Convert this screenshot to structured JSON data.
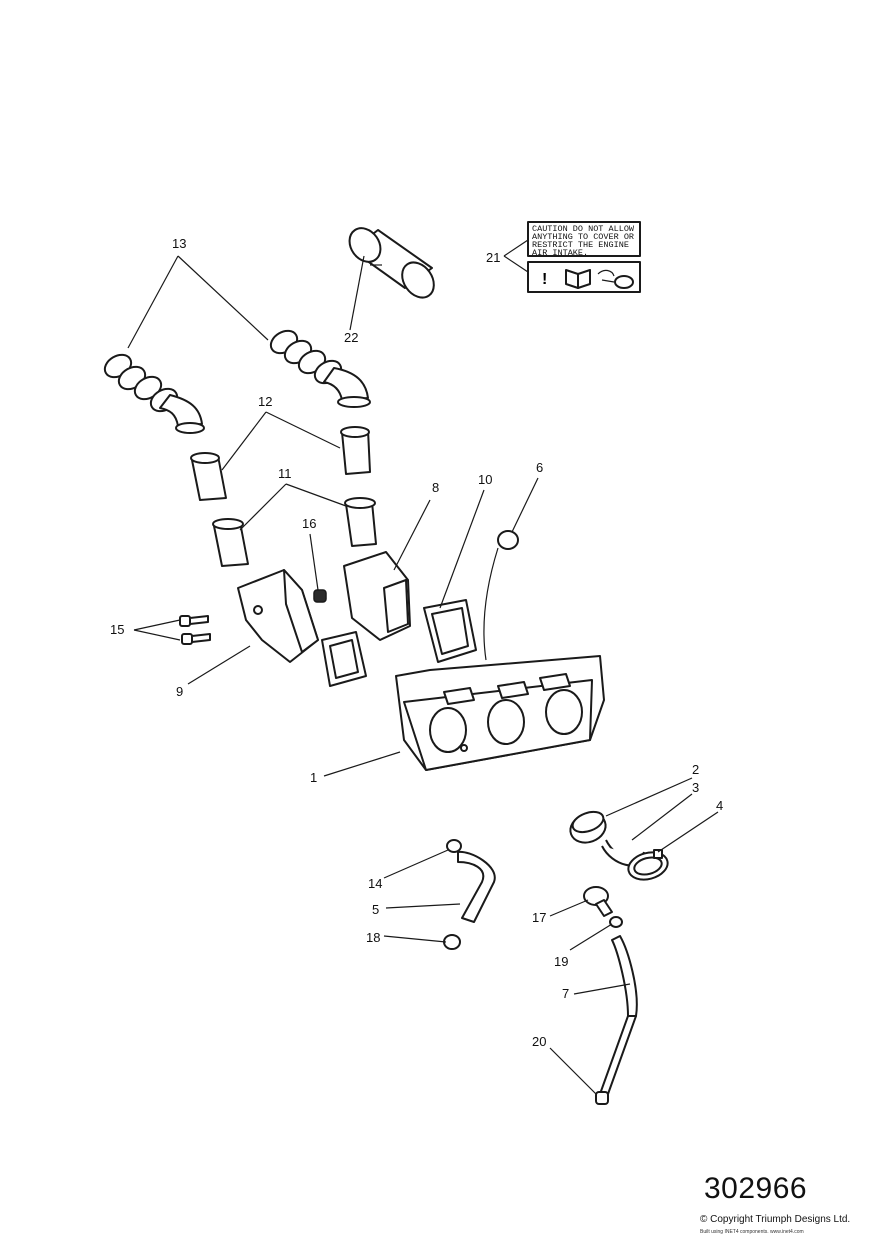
{
  "diagram": {
    "drawing_number": "302966",
    "copyright": "© Copyright Triumph Designs Ltd.",
    "build_note": "Built using INET4 components. www.inet4.com",
    "decal": {
      "line1": "CAUTION DO NOT ALLOW",
      "line2": "ANYTHING TO COVER OR",
      "line3": "RESTRICT THE ENGINE",
      "line4": "AIR INTAKE.",
      "warning_symbol": "!"
    },
    "callouts": [
      "1",
      "2",
      "3",
      "4",
      "5",
      "6",
      "7",
      "8",
      "9",
      "10",
      "11",
      "12",
      "13",
      "14",
      "15",
      "16",
      "17",
      "18",
      "19",
      "20",
      "21",
      "22"
    ]
  }
}
